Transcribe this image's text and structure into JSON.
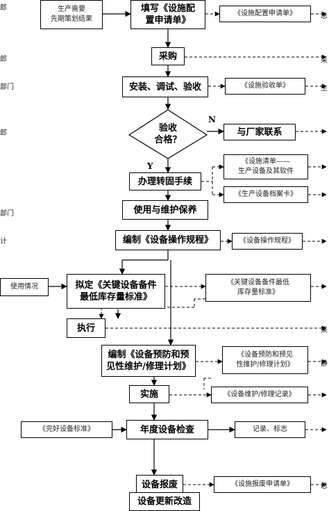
{
  "inputs": {
    "production_needs": "生产需要\n先期策划结果",
    "usage": "使用情况",
    "good_standard": "《完好设备标准》"
  },
  "steps": {
    "fill_request": "填写《设施配\n置申请单》",
    "purchase": "采购",
    "install": "安装、调试、验收",
    "accept": "验收\n合格？",
    "contact_vendor": "与厂家联系",
    "transfer": "办理转固手续",
    "use_maintain": "使用与维护保养",
    "write_procedure": "编制《设备操作规程》",
    "define_stock": "拟定《关键设备备件\n最低库存量标准》",
    "execute": "执行",
    "write_plan": "编制《设备预防和预\n见性维护/修理计划》",
    "implement": "实施",
    "annual_check": "年度设备检查",
    "scrap": "设备报废",
    "renew": "设备更新改造"
  },
  "docs": {
    "config_request": "《设施配置申请单》",
    "acceptance_form": "《设施验收单》",
    "equipment_list": "《设施清单——\n生产设备及其软件",
    "equipment_file": "《生产设备档案卡》",
    "operation_procedure": "《设备操作规程》",
    "spare_parts_standard": "《关键设备备件最低\n库存量标准》",
    "maintenance_plan": "《设备预防和预见\n性维护/修理计划》",
    "repair_record": "《设备维护/修理记录》",
    "record_mark": "记录、标志",
    "scrap_request": "《设施报废申请单》"
  },
  "labels": {
    "no": "N",
    "yes": "Y"
  },
  "edge_text": {
    "l1": "郎",
    "l2": "郎",
    "l3": "部门",
    "l4": "郎",
    "l5": "部门",
    "l6": "计",
    "r1": "总",
    "r2": "采",
    "r3": "生",
    "r4": "采",
    "r5": "静",
    "r6": "总"
  }
}
